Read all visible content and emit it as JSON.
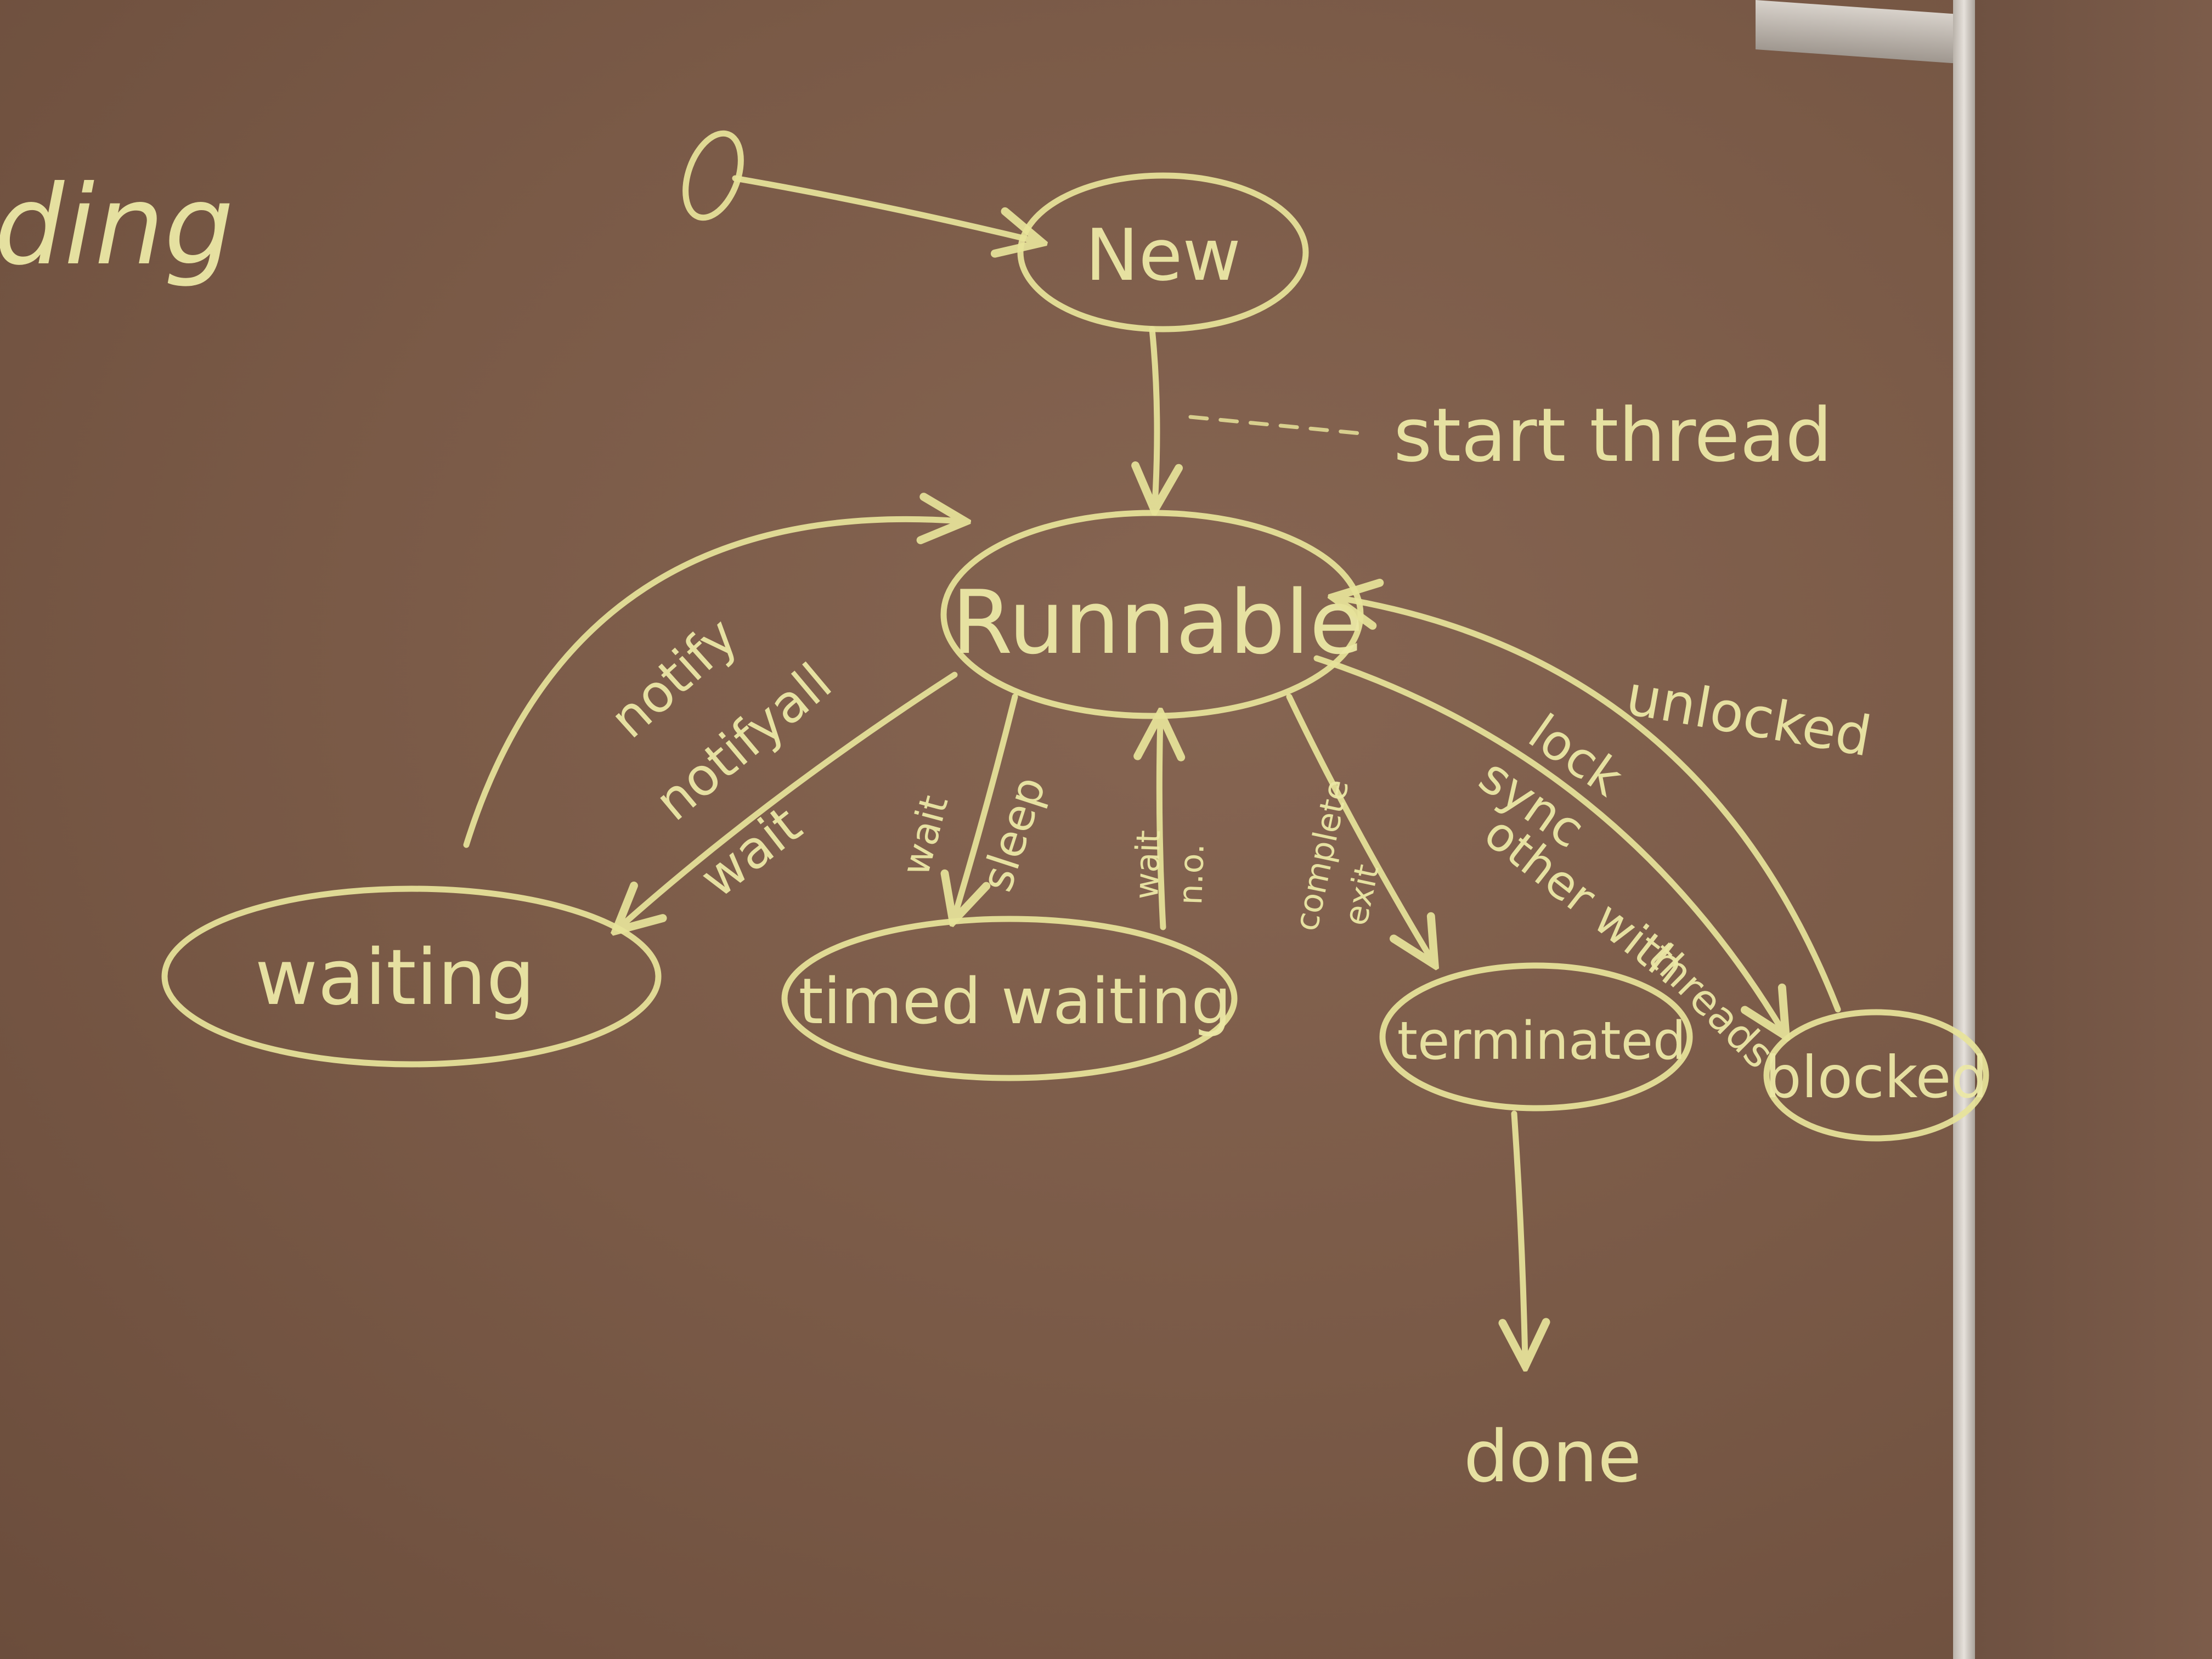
{
  "fragment": "ding",
  "states": {
    "new": "New",
    "runnable": "Runnable",
    "waiting": "waiting",
    "timed_waiting": "timed waiting",
    "terminated": "terminated",
    "blocked": "blocked",
    "done": "done"
  },
  "transitions": {
    "start": "start thread",
    "notify": "notify",
    "notifyall": "notifyall",
    "wait": "wait",
    "timed_wait": "wait",
    "sleep": "sleep",
    "wake_1": "wait",
    "wake_2": "n.o.",
    "complete_1": "complete",
    "complete_2": "exit",
    "lock": "lock",
    "sync": "sync",
    "other_with": "other with",
    "threads": "threads",
    "unlocked": "unlocked"
  },
  "colors": {
    "chalk": "#e7e39a",
    "board": "#7a5a47"
  }
}
